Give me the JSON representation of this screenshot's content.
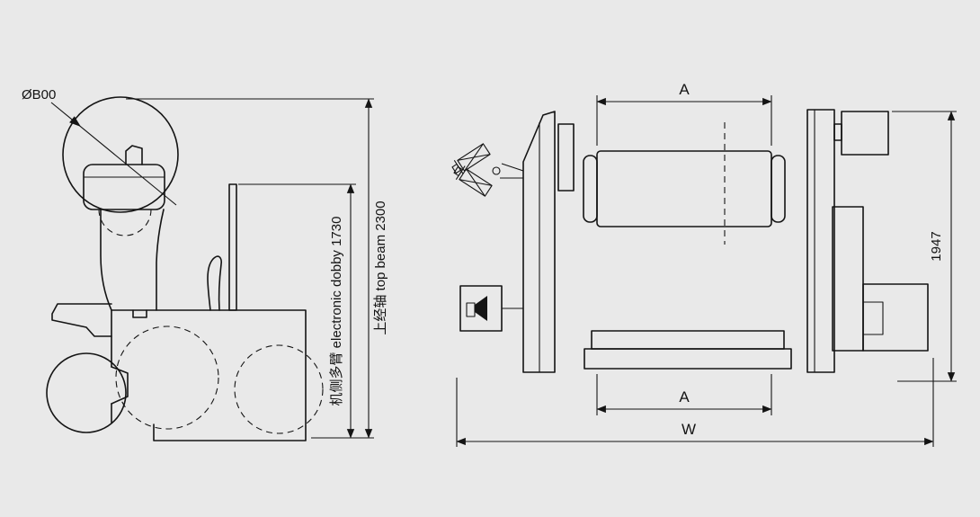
{
  "diagram": {
    "type": "technical-drawing",
    "background": "#e9e9e9",
    "line_color": "#141414",
    "views": {
      "side_view": {
        "diameter_label": "ØB00",
        "dobby_height_dimension": "机侧多臂 electronic dobby 1730",
        "top_beam_height_dimension": "上经轴 top beam 2300"
      },
      "front_view": {
        "beam_width_top_label": "A",
        "rail_width_bottom_label": "A",
        "overall_width_label": "W",
        "overall_height_label": "1947"
      }
    }
  }
}
